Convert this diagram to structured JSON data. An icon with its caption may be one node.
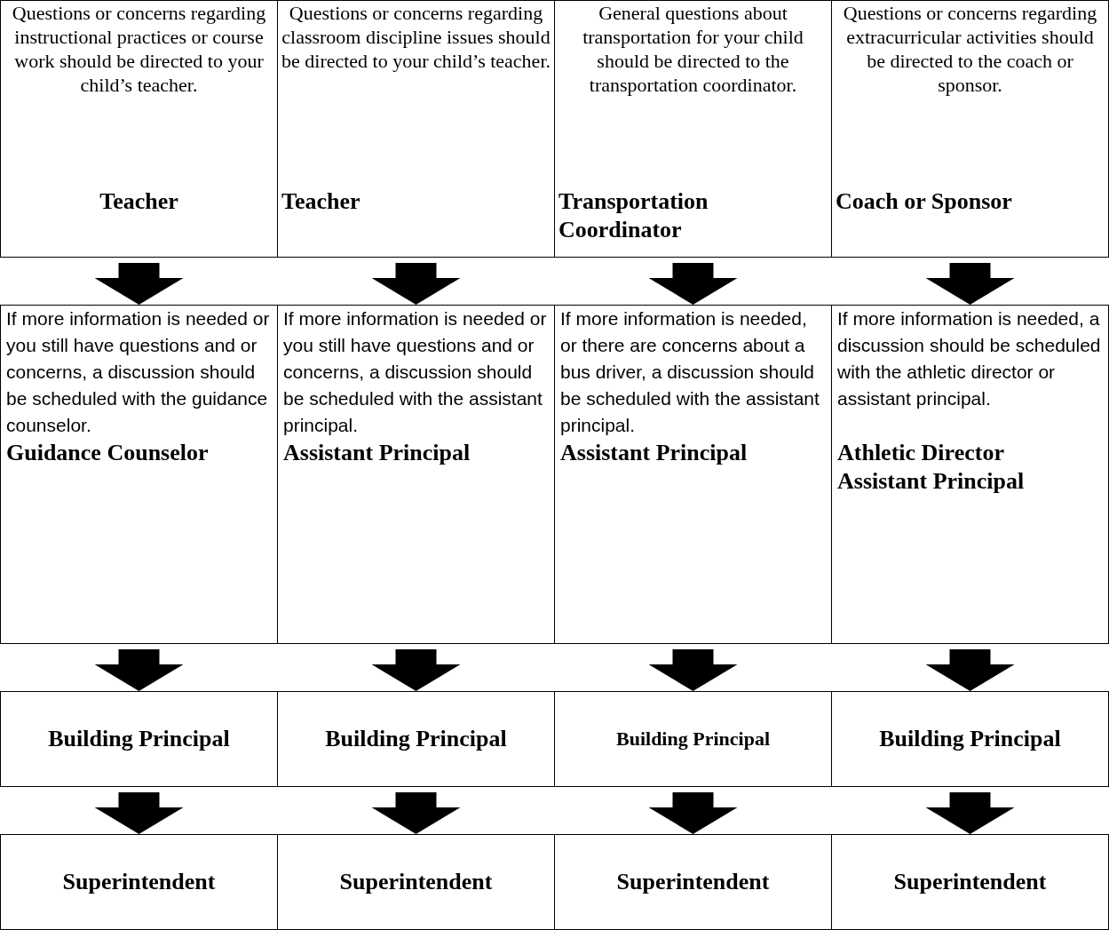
{
  "diagram": {
    "nodes": [
      {
        "text": [
          "Questions or concerns regarding instructional practices or course work should be directed to your child’s teacher.",
          "Teacher"
        ]
      },
      {
        "text": [
          "Questions or concerns regarding classroom discipline issues should be directed to your child’s teacher.",
          "Teacher"
        ]
      },
      {
        "text": [
          "General questions about transportation for your child should be directed to the transportation coordinator.",
          "Transportation Coordinator"
        ]
      },
      {
        "text": [
          "Questions or concerns regarding extracurricular activities should be directed to the coach or sponsor.",
          "Coach or Sponsor"
        ]
      },
      {
        "text": [
          "If more information is needed or you still have questions and or concerns, a discussion should be scheduled with the guidance counselor.",
          "Guidance Counselor"
        ]
      },
      {
        "text": [
          "If more information is needed or you still have questions and or concerns, a discussion should be scheduled with the assistant principal.",
          "Assistant Principal"
        ]
      },
      {
        "text": [
          "If more information is needed, or there are concerns about a bus driver, a discussion should be scheduled with the assistant principal.",
          "Assistant Principal"
        ]
      },
      {
        "text": [
          "If more information is needed, a discussion should be scheduled with the athletic director or assistant principal.",
          "Athletic Director",
          "Assistant Principal"
        ]
      },
      {
        "text": [
          "Building Principal"
        ]
      },
      {
        "text": [
          "Building Principal"
        ]
      },
      {
        "text": [
          "Building Principal"
        ]
      },
      {
        "text": [
          "Building Principal"
        ]
      },
      {
        "text": [
          "Superintendent"
        ]
      },
      {
        "text": [
          "Superintendent"
        ]
      },
      {
        "text": [
          "Superintendent"
        ]
      },
      {
        "text": [
          "Superintendent"
        ]
      }
    ],
    "edges": [
      {
        "from": 0,
        "to": 4,
        "arrow": "to"
      },
      {
        "from": 1,
        "to": 5,
        "arrow": "to"
      },
      {
        "from": 2,
        "to": 6,
        "arrow": "to"
      },
      {
        "from": 3,
        "to": 7,
        "arrow": "to"
      },
      {
        "from": 4,
        "to": 8,
        "arrow": "to"
      },
      {
        "from": 5,
        "to": 9,
        "arrow": "to"
      },
      {
        "from": 6,
        "to": 10,
        "arrow": "to"
      },
      {
        "from": 7,
        "to": 11,
        "arrow": "to"
      },
      {
        "from": 8,
        "to": 12,
        "arrow": "to"
      },
      {
        "from": 9,
        "to": 13,
        "arrow": "to"
      },
      {
        "from": 10,
        "to": 14,
        "arrow": "to"
      },
      {
        "from": 11,
        "to": 15,
        "arrow": "to"
      }
    ]
  }
}
